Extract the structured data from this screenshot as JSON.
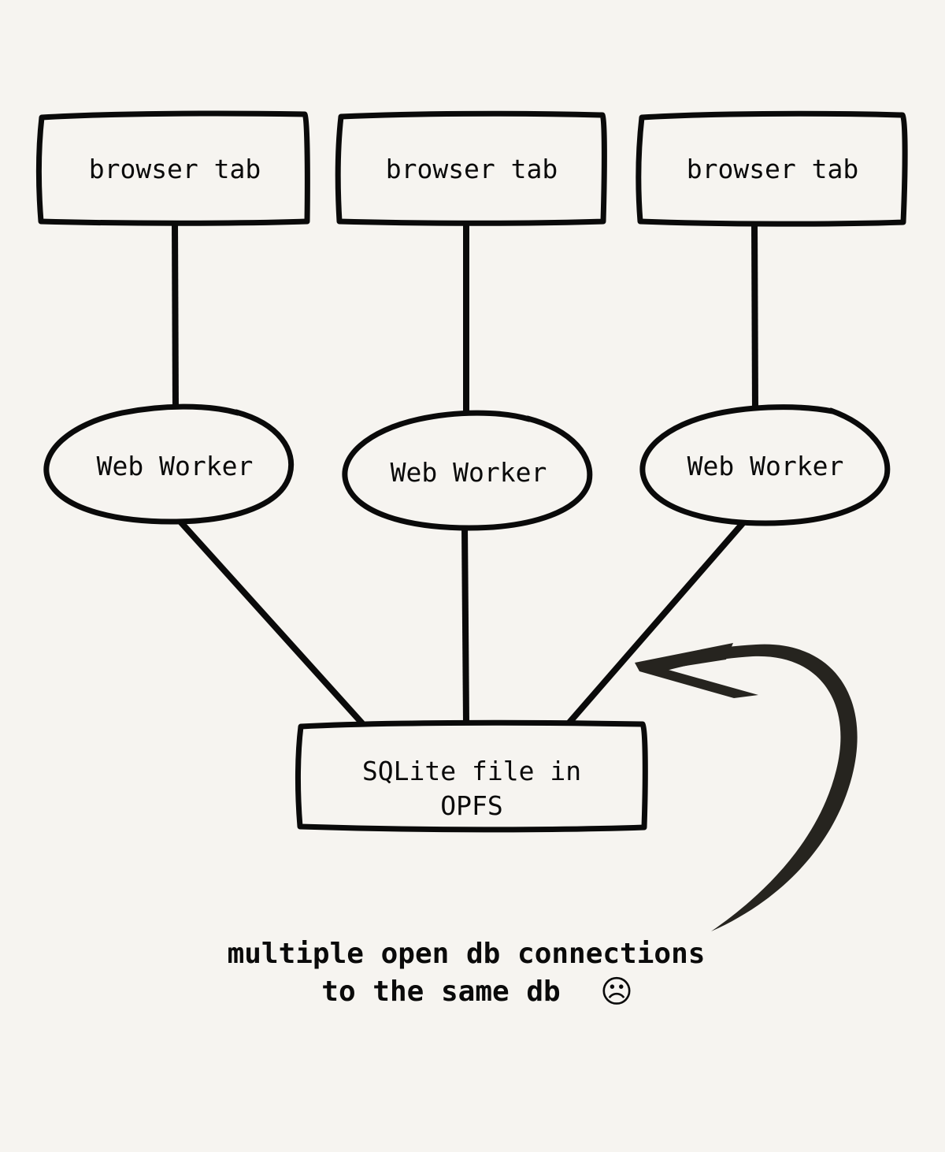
{
  "diagram": {
    "title": "browser tabs connecting to SQLite file in OPFS",
    "background_color": "#f6f4f0",
    "ink_color": "#0a0a0a",
    "arrow_color": "#26241f",
    "tabs": [
      {
        "label": "browser tab"
      },
      {
        "label": "browser tab"
      },
      {
        "label": "browser tab"
      }
    ],
    "workers": [
      {
        "label": "Web Worker"
      },
      {
        "label": "Web Worker"
      },
      {
        "label": "Web Worker"
      }
    ],
    "store": {
      "line1": "SQLite file in",
      "line2": "OPFS"
    },
    "caption": {
      "line1": "multiple open db connections",
      "line2": "to the same db",
      "emoji": "☹",
      "emoji_name": "frowning-face-icon"
    }
  }
}
